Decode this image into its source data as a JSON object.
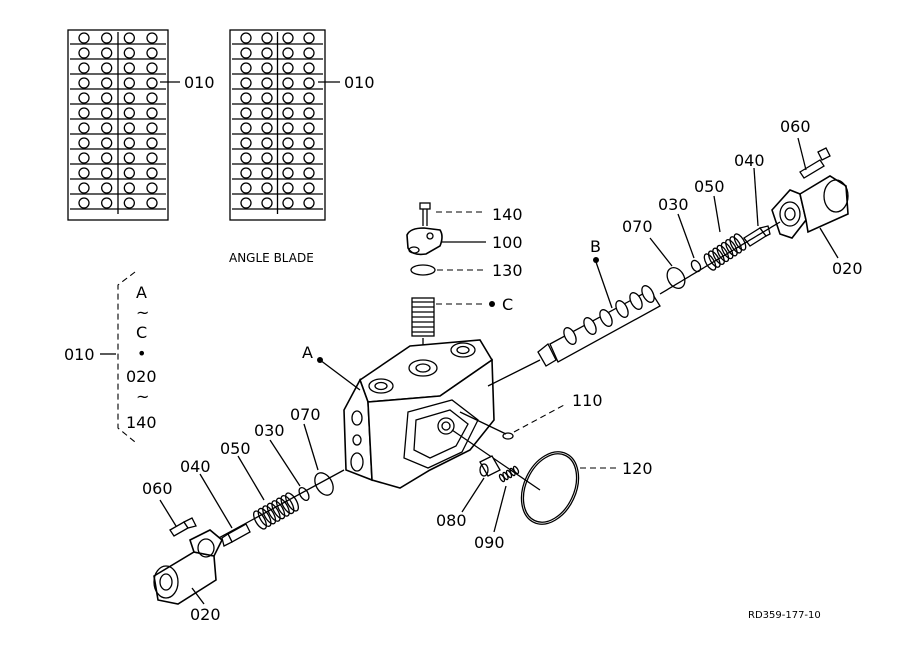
{
  "labels": {
    "p010_left": "010",
    "p010_right": "010",
    "angle_blade": "ANGLE BLADE",
    "p140": "140",
    "p100": "100",
    "p130": "130",
    "pC": "C",
    "pA": "A",
    "pB": "B",
    "p060_top": "060",
    "p040_top": "040",
    "p050_top": "050",
    "p030_top": "030",
    "p070_top": "070",
    "p020_top": "020",
    "p110": "110",
    "p120": "120",
    "p080": "080",
    "p090": "090",
    "p070_bot": "070",
    "p030_bot": "030",
    "p050_bot": "050",
    "p040_bot": "040",
    "p060_bot": "060",
    "p020_bot": "020",
    "group_010": "010",
    "range_A": "A",
    "range_tilde1": "~",
    "range_C": "C",
    "range_dot": "•",
    "range_020": "020",
    "range_tilde2": "~",
    "range_140": "140",
    "ref_code": "RD359-177-10"
  }
}
